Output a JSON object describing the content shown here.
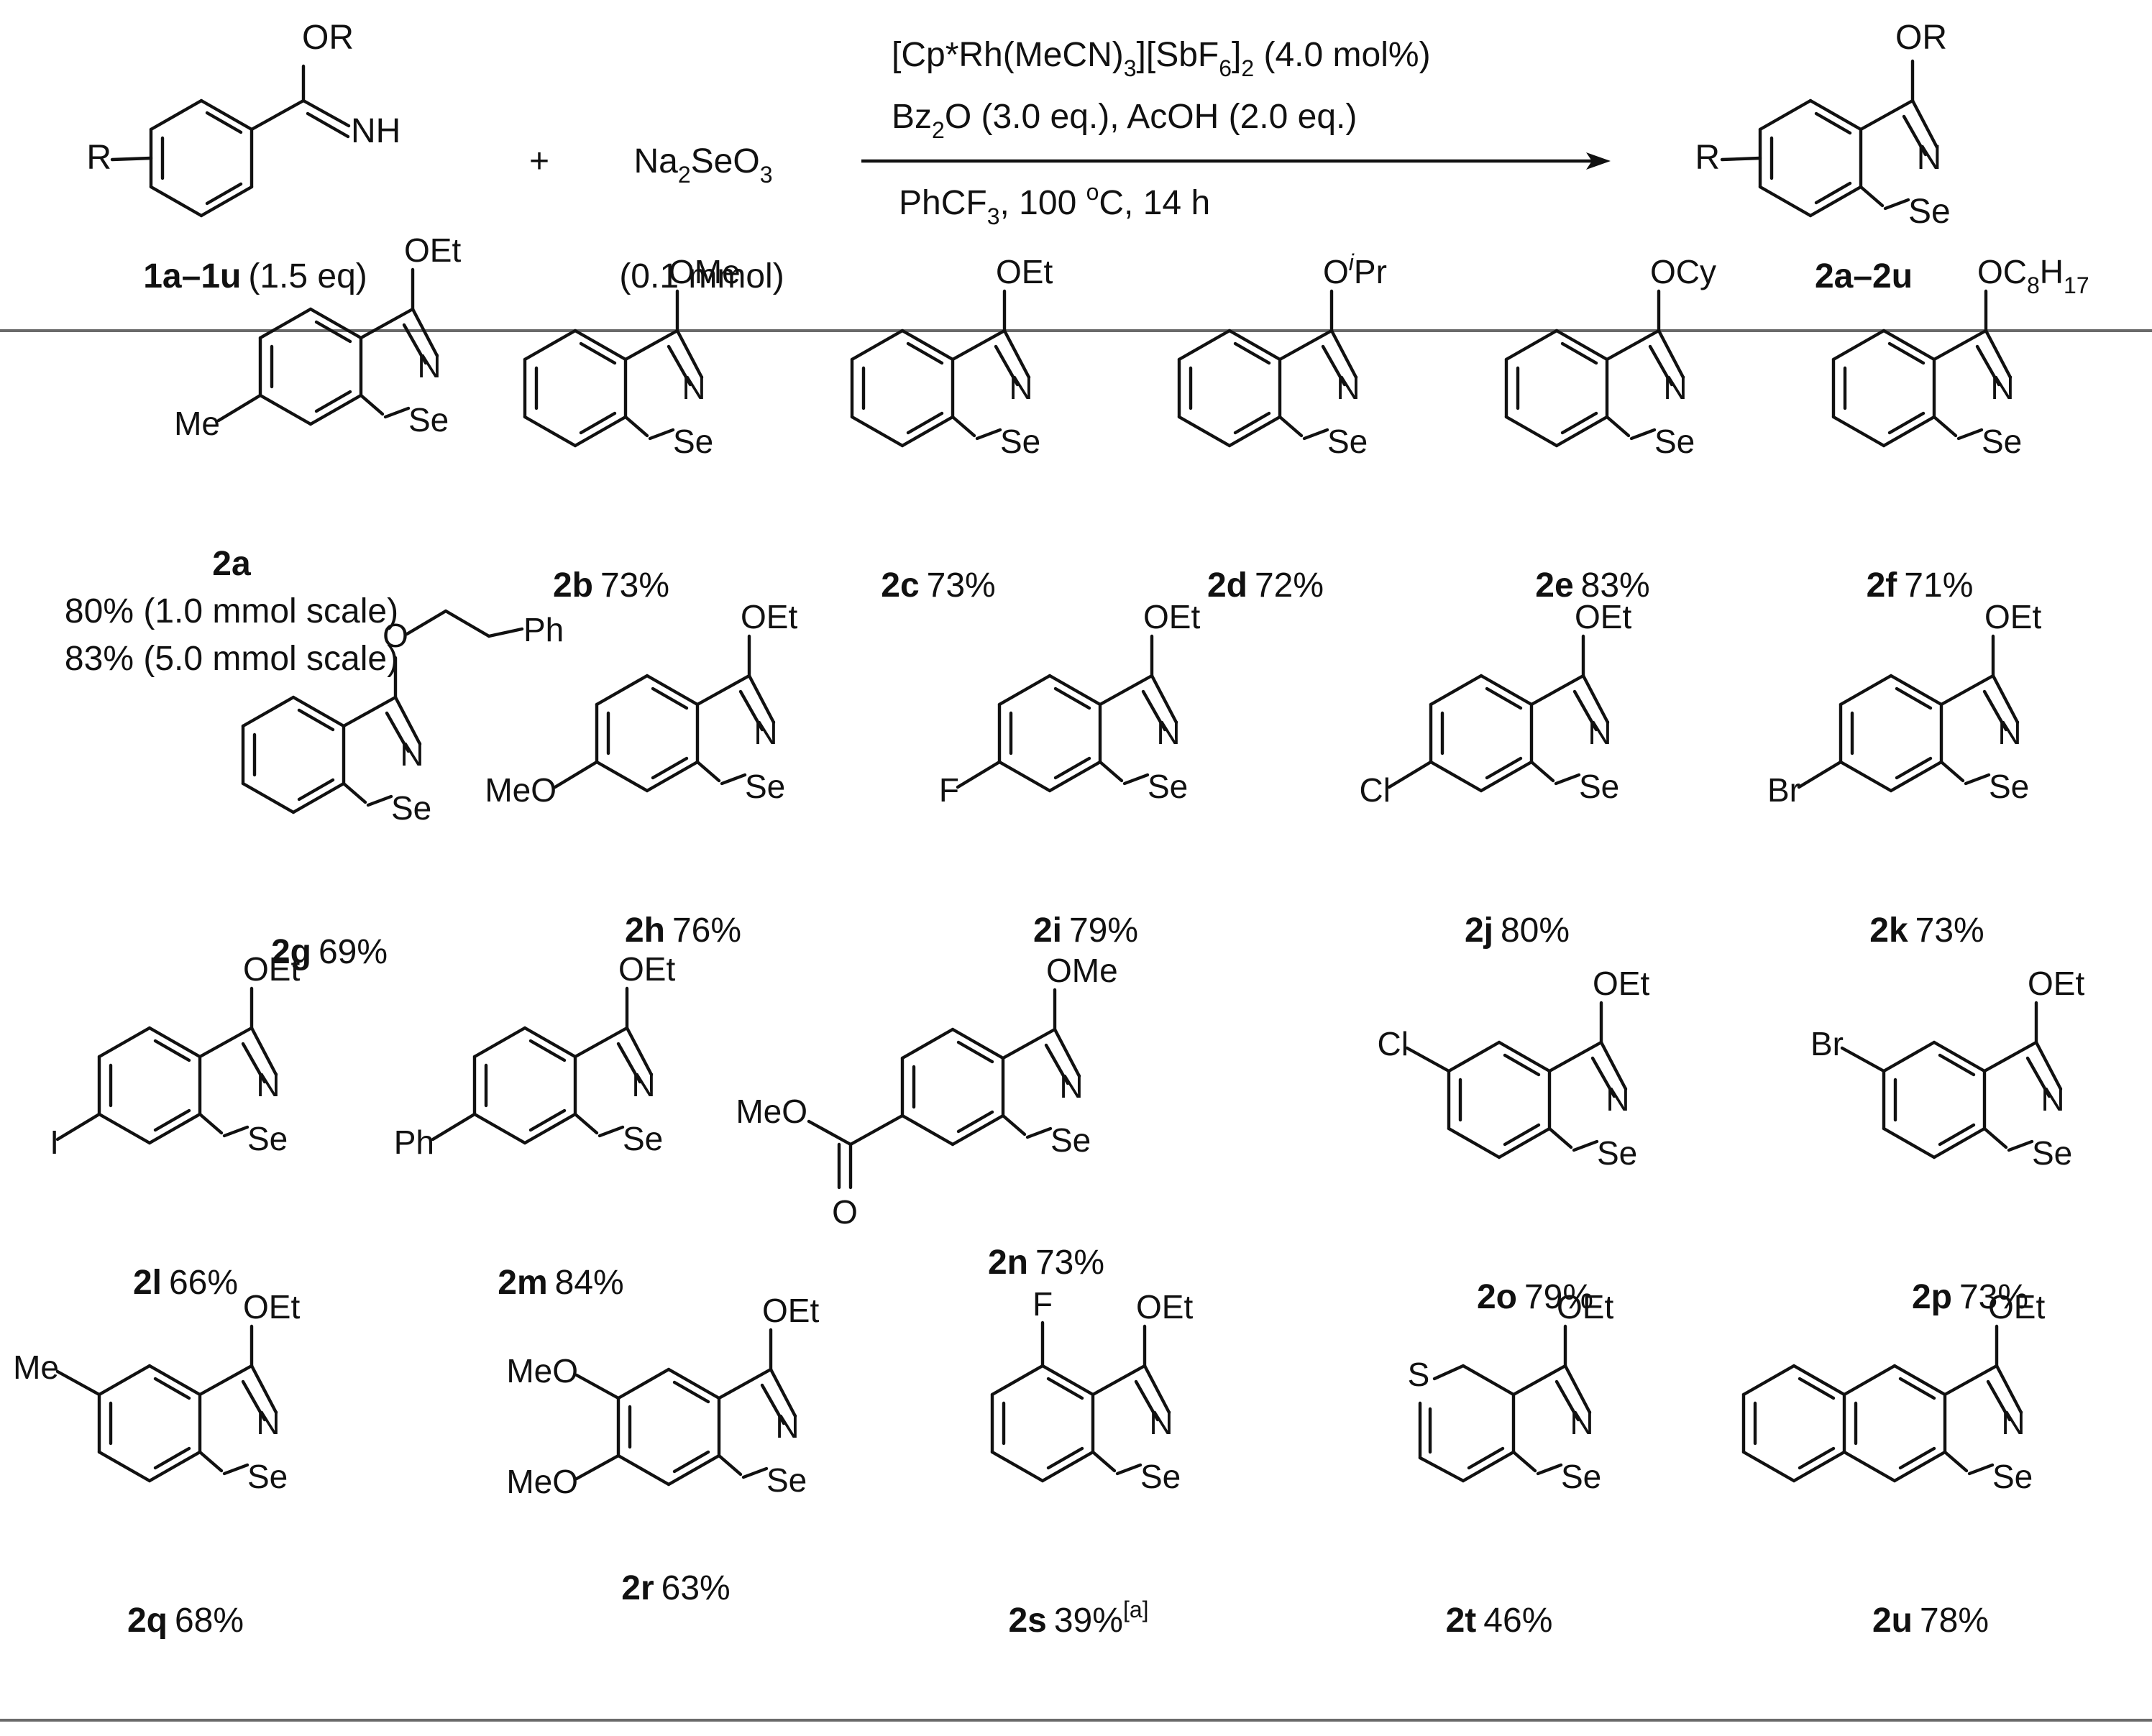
{
  "header": {
    "reactant_1": {
      "substituent_R": "R",
      "atom_OR": "OR",
      "atom_NH": "NH",
      "label_bold": "1a–1u",
      "label_rest": "(1.5 eq)"
    },
    "plus_sign": "+",
    "reagent_2": {
      "formula_a": "Na",
      "formula_sub_a": "2",
      "formula_b": "SeO",
      "formula_sub_b": "3",
      "amount": "(0.1 mmol)"
    },
    "conditions": {
      "catalyst_a": "[Cp*Rh(MeCN)",
      "catalyst_sub_a": "3",
      "catalyst_b": "][SbF",
      "catalyst_sub_b": "6",
      "catalyst_c": "]",
      "catalyst_sub_c": "2",
      "catalyst_d": " (4.0 mol%)",
      "additive_a": "Bz",
      "additive_sub": "2",
      "additive_b": "O (3.0 eq.), AcOH (2.0 eq.)",
      "solvent_a": "PhCF",
      "solvent_sub": "3",
      "solvent_b": ", 100 ",
      "solvent_sup": "o",
      "solvent_c": "C, 14 h"
    },
    "product": {
      "substituent_R": "R",
      "atom_OR": "OR",
      "atom_N": "N",
      "atom_Se": "Se",
      "label_bold": "2a–2u"
    }
  },
  "atoms": {
    "N": "N",
    "Se": "Se",
    "O": "O",
    "S": "S"
  },
  "products": [
    {
      "id": "2a",
      "alkoxy": "OEt",
      "yield": "",
      "substituent": "Me",
      "note_1": "80% (1.0 mmol scale)",
      "note_2": "83% (5.0 mmol scale)"
    },
    {
      "id": "2b",
      "alkoxy": "OMe",
      "yield": "73%"
    },
    {
      "id": "2c",
      "alkoxy": "OEt",
      "yield": "73%"
    },
    {
      "id": "2d",
      "alkoxy_a": "O",
      "alkoxy_sup": "i",
      "alkoxy_b": "Pr",
      "yield": "72%"
    },
    {
      "id": "2e",
      "alkoxy": "OCy",
      "yield": "83%"
    },
    {
      "id": "2f",
      "alkoxy_a": "OC",
      "alkoxy_sub_a": "8",
      "alkoxy_b": "H",
      "alkoxy_sub_b": "17",
      "yield": "71%"
    },
    {
      "id": "2g",
      "alkoxy": "Ph",
      "yield": "69%"
    },
    {
      "id": "2h",
      "alkoxy": "OEt",
      "yield": "76%",
      "substituent": "MeO"
    },
    {
      "id": "2i",
      "alkoxy": "OEt",
      "yield": "79%",
      "substituent": "F"
    },
    {
      "id": "2j",
      "alkoxy": "OEt",
      "yield": "80%",
      "substituent": "Cl"
    },
    {
      "id": "2k",
      "alkoxy": "OEt",
      "yield": "73%",
      "substituent": "Br"
    },
    {
      "id": "2l",
      "alkoxy": "OEt",
      "yield": "66%",
      "substituent": "I"
    },
    {
      "id": "2m",
      "alkoxy": "OEt",
      "yield": "84%",
      "substituent": "Ph"
    },
    {
      "id": "2n",
      "alkoxy": "OMe",
      "yield": "73%",
      "substituent": "MeO"
    },
    {
      "id": "2o",
      "alkoxy": "OEt",
      "yield": "79%",
      "substituent": "Cl"
    },
    {
      "id": "2p",
      "alkoxy": "OEt",
      "yield": "73%",
      "substituent": "Br"
    },
    {
      "id": "2q",
      "alkoxy": "OEt",
      "yield": "68%",
      "substituent": "Me"
    },
    {
      "id": "2r",
      "alkoxy": "OEt",
      "yield": "63%",
      "substituent": "MeO",
      "substituent_2": "MeO"
    },
    {
      "id": "2s",
      "alkoxy": "OEt",
      "yield": "39%",
      "footnote": "[a]",
      "substituent": "F"
    },
    {
      "id": "2t",
      "alkoxy": "OEt",
      "yield": "46%"
    },
    {
      "id": "2u",
      "alkoxy": "OEt",
      "yield": "78%"
    }
  ]
}
